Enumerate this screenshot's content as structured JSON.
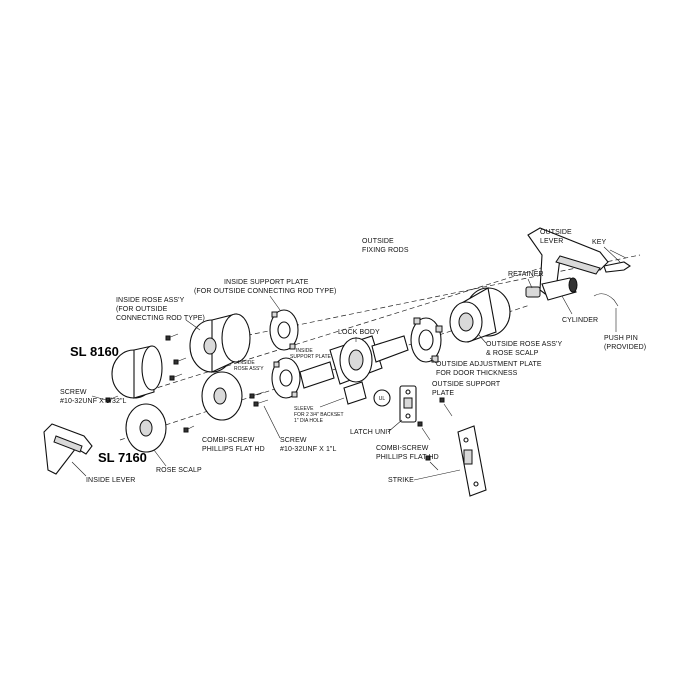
{
  "models": {
    "sl8160": "SL 8160",
    "sl7160": "SL 7160"
  },
  "labels": {
    "outside_fixing_rods": [
      "OUTSIDE",
      "FIXING RODS"
    ],
    "outside_lever": [
      "OUTSIDE",
      "LEVER"
    ],
    "key": "KEY",
    "retainer": "RETAINER",
    "cylinder": "CYLINDER",
    "push_pin": [
      "PUSH PIN",
      "(PROVIDED)"
    ],
    "inside_support_plate_top": [
      "INSIDE SUPPORT PLATE",
      "(FOR OUTSIDE CONNECTING ROD TYPE)"
    ],
    "inside_rose_assy": [
      "INSIDE ROSE ASS'Y",
      "(FOR OUTSIDE",
      "CONNECTING ROD TYPE)"
    ],
    "lock_body": "LOCK BODY",
    "inside_support_plate_small": [
      "INSIDE",
      "SUPPORT PLATE"
    ],
    "inside_rose_assy_small": [
      "INSIDE",
      "ROSE ASS'Y"
    ],
    "outside_rose_assy": [
      "OUTSIDE ROSE ASS'Y",
      "& ROSE SCALP"
    ],
    "outside_adjustment_plate": [
      "OUTSIDE ADJUSTMENT PLATE",
      "FOR DOOR THICKNESS"
    ],
    "outside_support_plate": [
      "OUTSIDE SUPPORT",
      "PLATE"
    ],
    "screw_left": [
      "SCREW",
      "#10-32UNF X 9/32\"L"
    ],
    "sleeve": [
      "SLEEVE",
      "FOR 2 3/4\" BACKSET",
      "1\" DIA HOLE"
    ],
    "combi_screw_left": [
      "COMBI-SCREW",
      "PHILLIPS FLAT HD"
    ],
    "screw_center": [
      "SCREW",
      "#10-32UNF X 1\"L"
    ],
    "latch_unit": "LATCH UNIT",
    "combi_screw_right": [
      "COMBI-SCREW",
      "PHILLIPS FLAT HD"
    ],
    "strike": "STRIKE",
    "inside_lever": "INSIDE LEVER",
    "rose_scalp": "ROSE SCALP",
    "ul_mark": "UL"
  },
  "icons": [
    "ul-listing-icon"
  ]
}
